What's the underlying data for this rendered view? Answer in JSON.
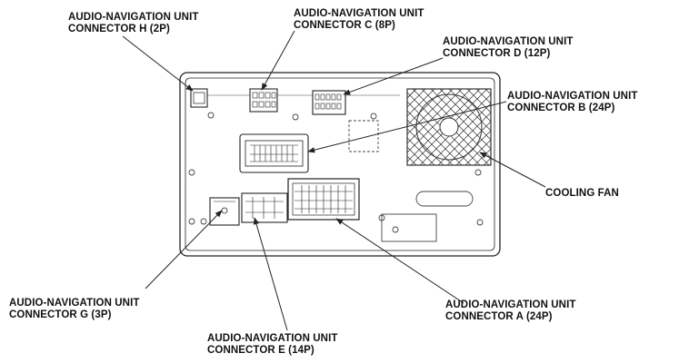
{
  "labels": {
    "h": {
      "line1": "AUDIO-NAVIGATION UNIT",
      "line2": "CONNECTOR H (2P)"
    },
    "c": {
      "line1": "AUDIO-NAVIGATION UNIT",
      "line2": "CONNECTOR C (8P)"
    },
    "d": {
      "line1": "AUDIO-NAVIGATION UNIT",
      "line2": "CONNECTOR D (12P)"
    },
    "b": {
      "line1": "AUDIO-NAVIGATION UNIT",
      "line2": "CONNECTOR B (24P)"
    },
    "fan": {
      "line1": "COOLING FAN"
    },
    "g": {
      "line1": "AUDIO-NAVIGATION UNIT",
      "line2": "CONNECTOR G (3P)"
    },
    "e": {
      "line1": "AUDIO-NAVIGATION UNIT",
      "line2": "CONNECTOR E (14P)"
    },
    "a": {
      "line1": "AUDIO-NAVIGATION UNIT",
      "line2": "CONNECTOR A (24P)"
    }
  },
  "colors": {
    "ink": "#222222",
    "paper": "#ffffff"
  }
}
